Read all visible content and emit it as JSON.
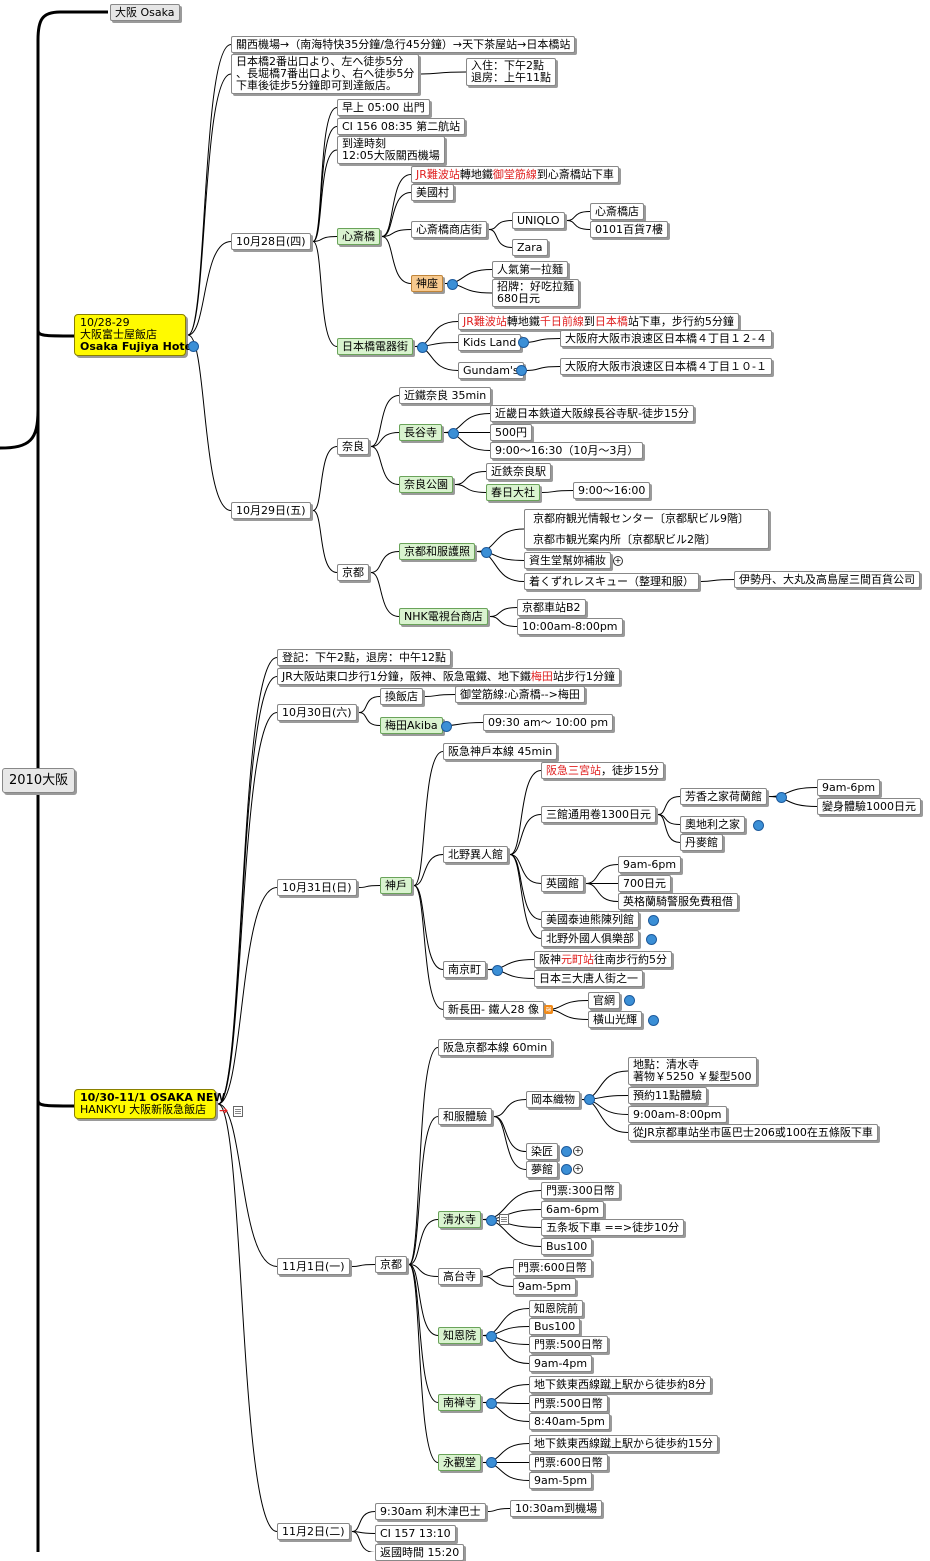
{
  "root": "2010大阪",
  "n_osaka": "大阪 Osaka",
  "h1": {
    "line1": "10/28-29",
    "line2": "大阪富士屋飯店",
    "line3": "Osaka Fujiya Hotel"
  },
  "h1_route": "關西機場→（南海特快35分鐘/急行45分鐘）→天下茶屋站→日本橋站",
  "h1_walk": "日本橋2番出口より、左へ徒歩5分\n、長堀橋7番出口より、右へ徒歩5分\n下車後徒步5分鐘即可到達飯店。",
  "h1_checkin": "入住：下午2點\n退房：上午11點",
  "d1028": {
    "date": "10月28日(四)",
    "depart": "早上 05:00  出門",
    "flight": "CI 156 08:35 第二航站",
    "arrive": "到達時刻\n12:05大阪關西機場",
    "shinsaibashi": "心斎橋",
    "s_route_a": "JR難波站",
    "s_route_b": "轉地鐵",
    "s_route_c": "御堂筋線",
    "s_route_d": "到心斎橋站下車",
    "amemura": "美國村",
    "shotengai": "心斎橋商店街",
    "uniqlo": "UNIQLO",
    "uq_store": "心斎橋店",
    "uq_0101": "0101百貨7樓",
    "zara": "Zara",
    "kamuza": "神座",
    "ramen1": "人氣第一拉麵",
    "ramen2": "招牌：好吃拉麵\n680日元",
    "nippombashi": "日本橋電器街",
    "n_route_a": "JR難波站",
    "n_route_b": "轉地鐵",
    "n_route_c": "千日前線",
    "n_route_d": "到",
    "n_route_e": "日本橋",
    "n_route_f": "站下車，步行約5分鐘",
    "kidsland": "Kids Land",
    "kidsland_addr": "大阪府大阪市浪速区日本橋４丁目１２-４",
    "gundam": "Gundam's",
    "gundam_addr": "大阪府大阪市浪速区日本橋４丁目１０-１"
  },
  "d1029": {
    "date": "10月29日(五)",
    "nara": "奈良",
    "kintetsu": "近鐵奈良 35min",
    "hasedera": "長谷寺",
    "h_route": "近畿日本鉄道大阪線長谷寺駅-徒步15分",
    "h_fee": "500円",
    "h_time": "9:00～16:30（10月～3月）",
    "narapark": "奈良公園",
    "kintetsu_station": "近鉄奈良駅",
    "kasuga": "春日大社",
    "kasuga_time": "9:00～16:00",
    "kyoto": "京都",
    "kimono": "京都和服護照",
    "info1": "京都府観光情報センター〔京都駅ビル9階〕",
    "info2": "京都市観光案内所〔京都駅ビル2階〕",
    "shiseido": "資生堂幫妳補妝",
    "kizure": "着くずれレスキュー（整理和服）",
    "dept": "伊勢丹、大丸及高島屋三間百貨公司",
    "nhk": "NHK電視台商店",
    "nhk_loc": "京都車站B2",
    "nhk_time": "10:00am-8:00pm"
  },
  "h2": {
    "line1": "10/30-11/1 OSAKA NEW",
    "line2": "HANKYU   大阪新阪急飯店"
  },
  "h2_checkin": "登記：下午2點，退房：中午12點",
  "h2_route_a": "JR大阪站東口步行1分鐘，阪神、阪急電鐵、地下鐵",
  "h2_route_b": "梅田",
  "h2_route_c": "站步行1分鐘",
  "d1030": {
    "date": "10月30日(六)",
    "change": "換飯店",
    "midosuji": "御堂筋線:心斎橋-->梅田",
    "akiba": "梅田Akiba",
    "akiba_time": "09:30 am～ 10:00 pm"
  },
  "d1031": {
    "date": "10月31日(日)",
    "kobe": "神戶",
    "hankyu_line": "阪急神戶本線 45min",
    "kitano": "北野異人館",
    "sannomiya_a": "阪急三宮站",
    "sannomiya_b": "，徒步15分",
    "ticket3": "三館通用卷1300日元",
    "fragrance": "芳香之家荷蘭館",
    "frag_time": "9am-6pm",
    "frag_costume": "變身體驗1000日元",
    "austria": "奧地利之家",
    "denmark": "丹麥館",
    "england": "英國館",
    "eng_time": "9am-6pm",
    "eng_fee": "700日元",
    "eng_costume": "英格蘭騎警服免費租借",
    "teddy": "美國泰迪熊陳列館",
    "club": "北野外國人俱樂部",
    "nankinmachi": "南京町",
    "motomachi_a": "阪神",
    "motomachi_b": "元町站",
    "motomachi_c": "往南步行約5分",
    "chinatown": "日本三大唐人街之一",
    "shinnagata": "新長田- 鐵人28 像",
    "official": "官網",
    "yokoyama": "橫山光輝"
  },
  "d1101": {
    "date": "11月1日(一)",
    "kyoto": "京都",
    "kyoto_line": "阪急京都本線 60min",
    "kimono_exp": "和服體驗",
    "okamoto": "岡本織物",
    "loc": "地點：清水寺\n著物￥5250 ￥髮型500",
    "reserve": "預約11點體驗",
    "time": "9:00am-8:00pm",
    "bus": "從JR京都車站坐市區巴士206或100在五條阪下車",
    "somesho": "染匠",
    "yumekan": "夢館",
    "kiyomizu": "清水寺",
    "kiyo_fee": "門票:300日幣",
    "kiyo_time": "6am-6pm",
    "kiyo_walk": "五条坂下車 ==>徒步10分",
    "kiyo_bus": "Bus100",
    "kodaiji": "高台寺",
    "kodai_fee": "門票:600日幣",
    "kodai_time": "9am-5pm",
    "chionin": "知恩院",
    "chion_front": "知恩院前",
    "chion_bus": "Bus100",
    "chion_fee": "門票:500日幣",
    "chion_time": "9am-4pm",
    "nanzenji": "南禅寺",
    "nanzen_walk": "地下鉄東西線蹴上駅から徒歩約8分",
    "nanzen_fee": "門票:500日幣",
    "nanzen_time": "8:40am-5pm",
    "eikando": "永觀堂",
    "eikan_walk": "地下鉄東西線蹴上駅から徒歩約15分",
    "eikan_fee": "門票:600日幣",
    "eikan_time": "9am-5pm"
  },
  "d1102": {
    "date": "11月2日(二)",
    "bus": "9:30am 利木津巴士",
    "airport": "10:30am到機場",
    "flight": "CI 157 13:10",
    "home": "返國時間 15:20"
  },
  "icons": {
    "link": "globe-link-icon",
    "plus": "expand-plus-icon",
    "note": "note-icon",
    "arrow": "red-arrow-icon",
    "rss": "feed-icon"
  },
  "colors": {
    "hotel": "#fffa00",
    "green_node": "#d9f3cf",
    "orange_node": "#f7c98e",
    "red_text": "#e02020",
    "line": "#000000"
  }
}
